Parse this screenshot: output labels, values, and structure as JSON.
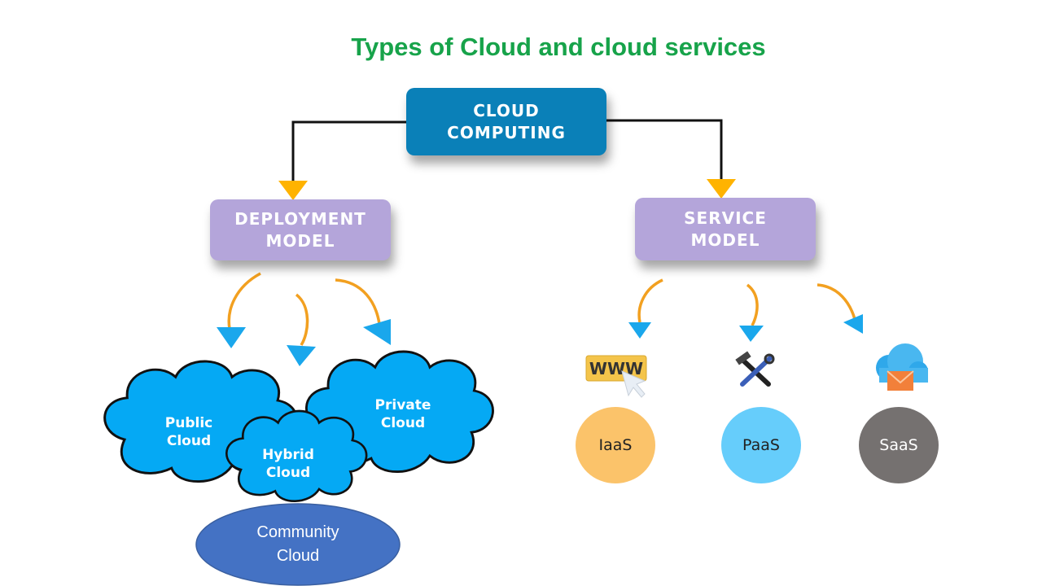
{
  "title": "Types of Cloud and cloud services",
  "root": {
    "line1": "CLOUD",
    "line2": "COMPUTING"
  },
  "deployment": {
    "line1": "DEPLOYMENT",
    "line2": "MODEL",
    "clouds": [
      {
        "line1": "Public",
        "line2": "Cloud"
      },
      {
        "line1": "Private",
        "line2": "Cloud"
      },
      {
        "line1": "Hybrid",
        "line2": "Cloud"
      }
    ],
    "community": {
      "line1": "Community",
      "line2": "Cloud"
    }
  },
  "service": {
    "line1": "SERVICE",
    "line2": "MODEL",
    "items": [
      {
        "label": "IaaS",
        "icon": "www-icon",
        "icon_text": "WWW",
        "color": "#fbc36a"
      },
      {
        "label": "PaaS",
        "icon": "tools-icon",
        "color": "#66cdfb"
      },
      {
        "label": "SaaS",
        "icon": "cloud-mail-icon",
        "color": "#757170"
      }
    ]
  },
  "colors": {
    "title": "#17a34a",
    "root_box": "#0a80b8",
    "model_box": "#b4a5da",
    "cloud_fill": "#05a9f4",
    "community_fill": "#4472c4",
    "connector_arrow": "#ffb300",
    "curve_stroke": "#f2a020",
    "curve_arrow": "#1aa7ec"
  }
}
